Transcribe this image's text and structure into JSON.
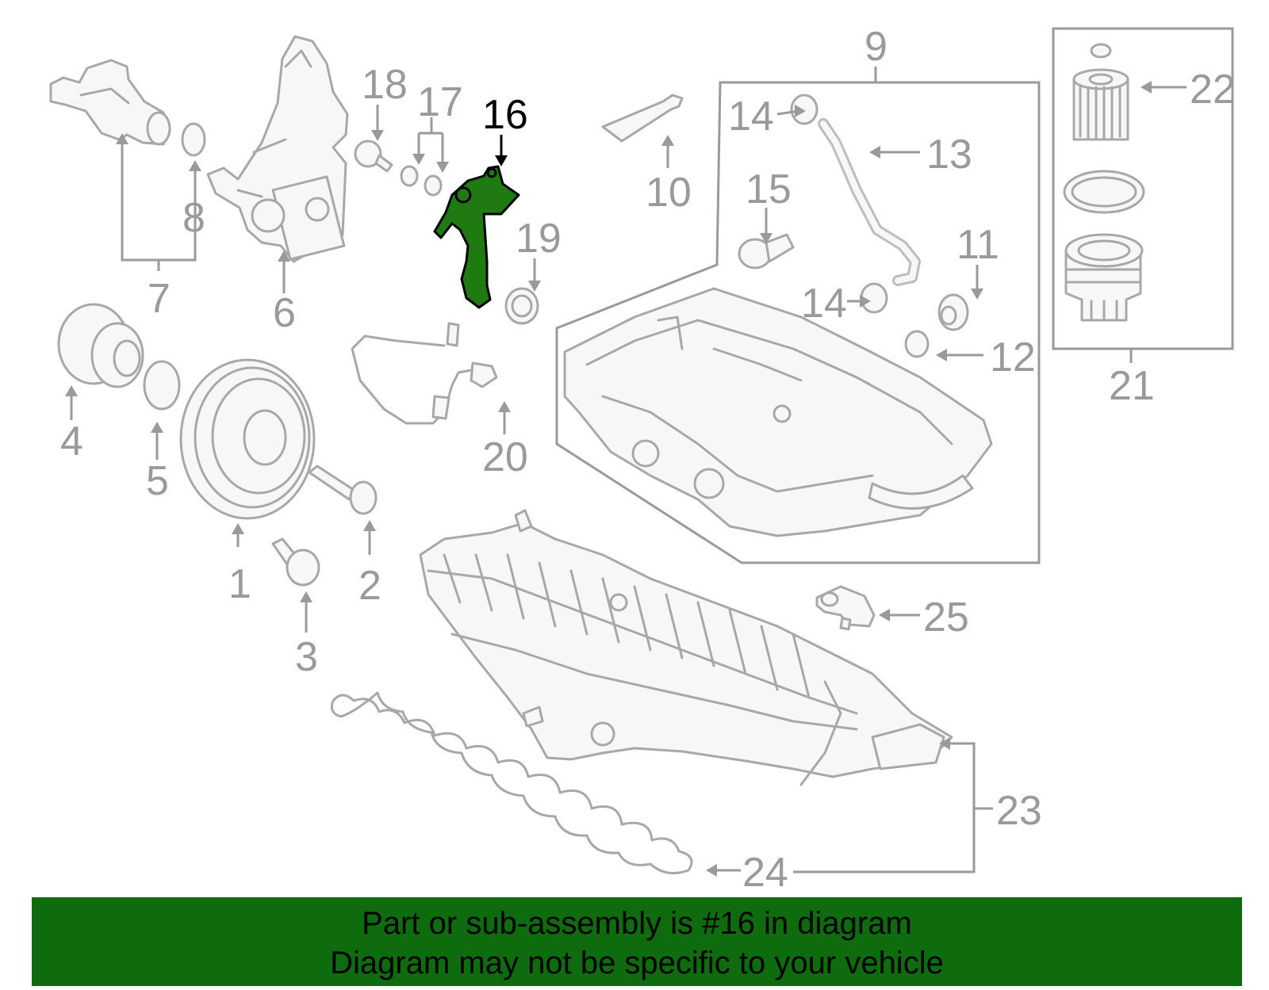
{
  "colors": {
    "banner_bg": "#0e6b0e",
    "highlight": "#1f7a12",
    "line_gray": "#a8a8a8",
    "text_gray": "#9a9a9a",
    "highlight_text": "#000000"
  },
  "highlighted_part": "16",
  "callouts": {
    "c1": "1",
    "c2": "2",
    "c3": "3",
    "c4": "4",
    "c5": "5",
    "c6": "6",
    "c7": "7",
    "c8": "8",
    "c9": "9",
    "c10": "10",
    "c11": "11",
    "c12": "12",
    "c13": "13",
    "c14a": "14",
    "c14b": "14",
    "c15": "15",
    "c16": "16",
    "c17": "17",
    "c18": "18",
    "c19": "19",
    "c20": "20",
    "c21": "21",
    "c22": "22",
    "c23": "23",
    "c24": "24",
    "c25": "25"
  },
  "banner": {
    "line1": "Part or sub-assembly is #16 in diagram",
    "line2": "Diagram may not be specific to your vehicle"
  }
}
